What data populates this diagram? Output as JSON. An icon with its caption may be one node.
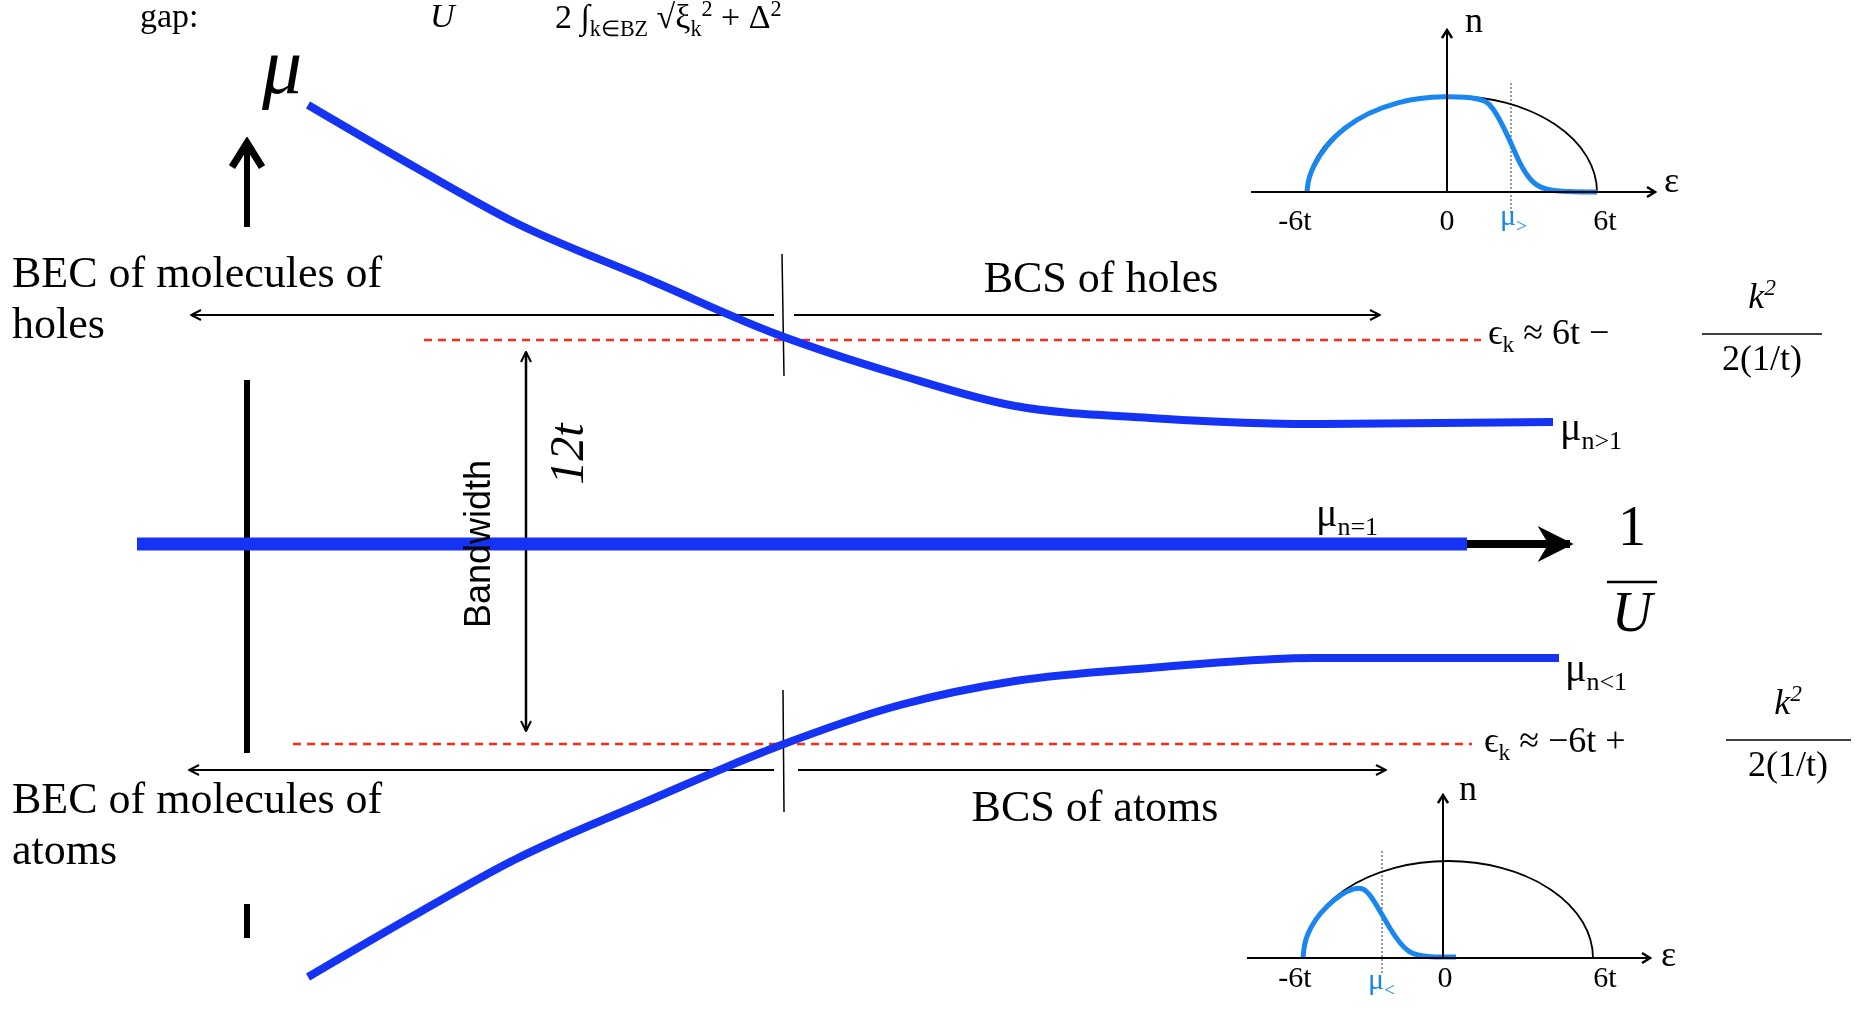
{
  "diagram": {
    "labels": [
      "gap:",
      "U",
      "2 ∫$_{k∈BZ}$ √ξ$_{k}$$^{2}$ + Δ$^{2}$",
      "μ",
      "n",
      "ε",
      "-6t",
      "0",
      "μ$_{>}$",
      "6t",
      "BEC of molecules of holes",
      "BCS of holes",
      "ϵ$_{k}$ ≈ 6t −",
      "k$^{2}$",
      "2(1/t)",
      "12t",
      "μ$_{n>1}$",
      "Bandwidth",
      "μ$_{n=1}$",
      "1",
      "U",
      "μ$_{n<1}$",
      "ϵ$_{k}$ ≈ −6t +",
      "k$^{2}$",
      "2(1/t)",
      "n",
      "BEC of molecules of atoms",
      "BCS of atoms",
      "ε",
      "-6t",
      "μ$_{<}$",
      "0",
      "6t"
    ]
  }
}
